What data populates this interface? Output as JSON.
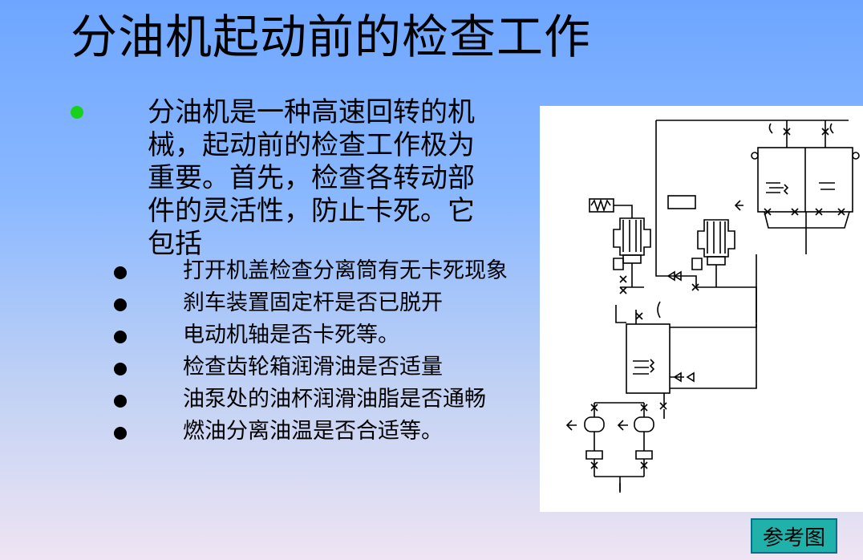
{
  "slide": {
    "title": "分油机起动前的检查工作",
    "main_text": "分油机是一种高速回转的机械，起动前的检查工作极为重要。首先，检查各转动部件的灵活性，防止卡死。它包括",
    "items": [
      "打开机盖检查分离筒有无卡死现象",
      "刹车装置固定杆是否已脱开",
      "电动机轴是否卡死等。",
      "检查齿轮箱润滑油是否适量",
      "油泵处的油杯润滑油脂是否通畅",
      "燃油分离油温是否合适等。"
    ],
    "reference_button": "参考图"
  },
  "colors": {
    "main_bullet": "#18d11b",
    "button_bg": "#20b2aa"
  }
}
